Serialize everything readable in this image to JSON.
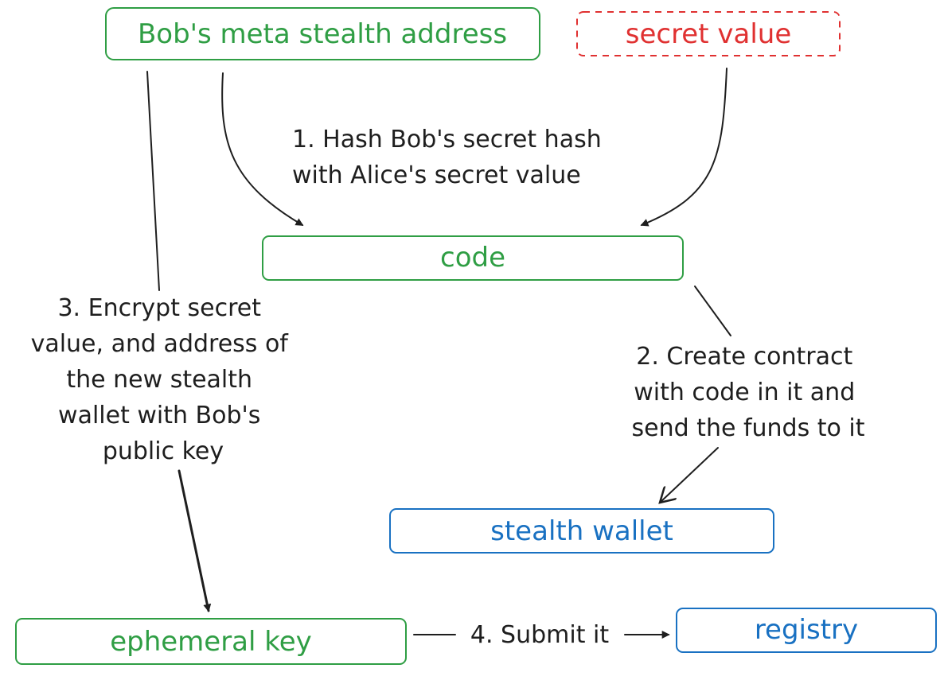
{
  "nodes": {
    "meta_address": "Bob's meta stealth address",
    "secret_value": "secret value",
    "code": "code",
    "stealth_wallet": "stealth wallet",
    "ephemeral_key": "ephemeral key",
    "registry": "registry"
  },
  "edges": {
    "hash_label": [
      "1. Hash Bob's secret hash",
      "with Alice's secret value"
    ],
    "create_label": [
      "2. Create contract",
      "with code in it and",
      "send the funds to it"
    ],
    "encrypt_label": [
      "3. Encrypt secret",
      "value, and address of",
      "the new stealth",
      "wallet with Bob's",
      "public key"
    ],
    "submit_label": "4. Submit it"
  },
  "colors": {
    "green": "#2f9e44",
    "red": "#e03131",
    "blue": "#1971c2",
    "ink": "#1e1e1e"
  }
}
